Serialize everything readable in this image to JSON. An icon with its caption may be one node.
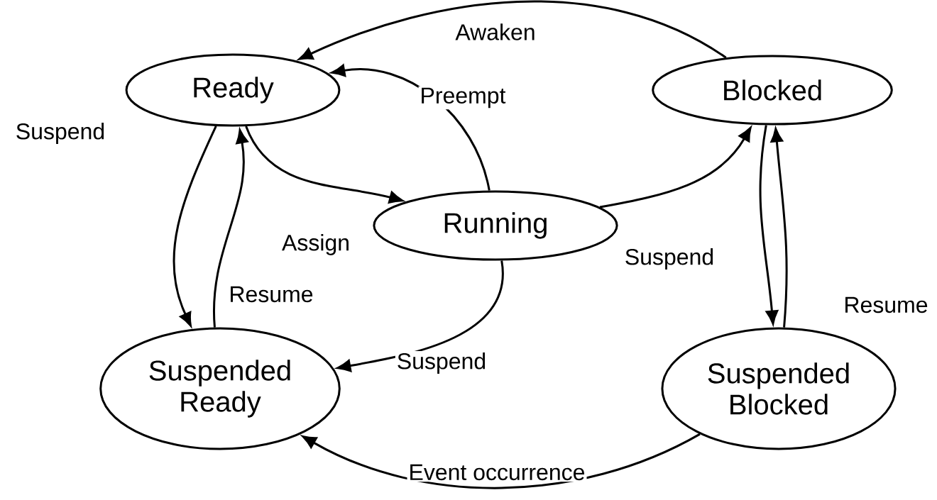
{
  "diagram": {
    "nodes": [
      {
        "text": [
          "Ready"
        ]
      },
      {
        "text": [
          "Blocked"
        ]
      },
      {
        "text": [
          "Running"
        ]
      },
      {
        "text": [
          "Suspended Ready"
        ]
      },
      {
        "text": [
          "Suspended Blocked"
        ]
      }
    ],
    "edges": [
      {
        "from": 1,
        "to": 0,
        "arrow": "to",
        "label": "Awaken"
      },
      {
        "from": 2,
        "to": 0,
        "arrow": "to",
        "label": "Preempt"
      },
      {
        "from": 0,
        "to": 2,
        "arrow": "to",
        "label": "Assign"
      },
      {
        "from": 2,
        "to": 1,
        "arrow": "to"
      },
      {
        "from": 0,
        "to": 3,
        "arrow": "to",
        "label": "Suspend"
      },
      {
        "from": 3,
        "to": 0,
        "arrow": "to",
        "label": "Resume"
      },
      {
        "from": 2,
        "to": 3,
        "arrow": "to",
        "label": "Suspend"
      },
      {
        "from": 1,
        "to": 4,
        "arrow": "to",
        "label": "Suspend"
      },
      {
        "from": 4,
        "to": 1,
        "arrow": "to",
        "label": "Resume"
      },
      {
        "from": 4,
        "to": 3,
        "arrow": "to",
        "label": "Event occurrence"
      }
    ]
  }
}
